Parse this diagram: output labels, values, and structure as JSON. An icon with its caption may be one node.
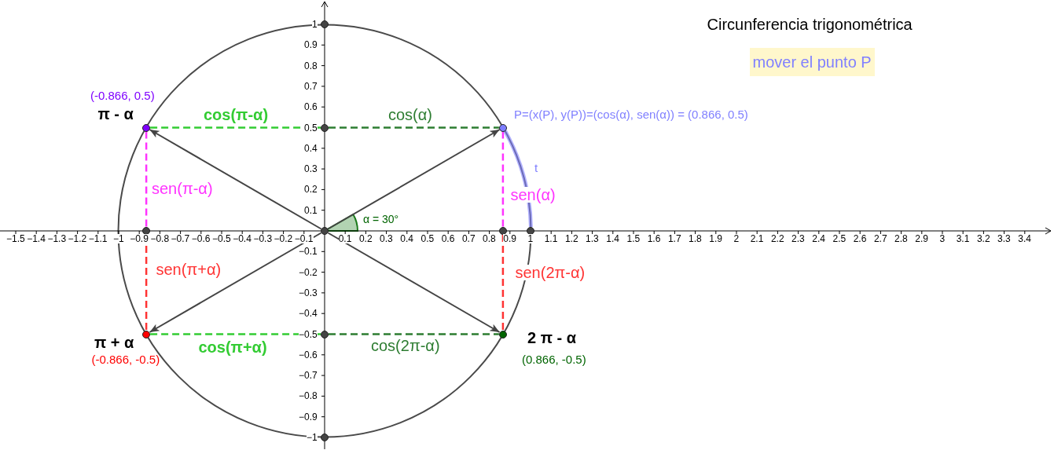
{
  "diagram": {
    "title": "Circunferencia trigonométrica",
    "nodes": [
      {
        "text": [],
        "shape": "circle"
      },
      {
        "text": [],
        "shape": "circle",
        "beside": [
          "(-0.866, 0.5)",
          "π - α"
        ]
      },
      {
        "text": [],
        "shape": "circle"
      },
      {
        "text": [],
        "shape": "circle",
        "beside": [
          "P=(x(P), y(P))=(cos(α), sen(α)) = (0.866, 0.5)"
        ]
      },
      {
        "text": [],
        "shape": "circle"
      },
      {
        "text": [],
        "shape": "circle"
      },
      {
        "text": [],
        "shape": "circle"
      },
      {
        "text": [],
        "shape": "circle"
      },
      {
        "text": [],
        "shape": "circle",
        "beside": [
          "π + α",
          "(-0.866, -0.5)"
        ]
      },
      {
        "text": [],
        "shape": "circle"
      },
      {
        "text": [],
        "shape": "circle",
        "beside": [
          "2 π - α",
          "(0.866, -0.5)"
        ]
      },
      {
        "text": [],
        "shape": "circle"
      }
    ],
    "edges": [
      {
        "from": 5,
        "to": 3,
        "arrow": "to"
      },
      {
        "from": 5,
        "to": 1,
        "arrow": "to"
      },
      {
        "from": 5,
        "to": 8,
        "arrow": "to"
      },
      {
        "from": 5,
        "to": 10,
        "arrow": "to"
      },
      {
        "from": 1,
        "to": 2,
        "arrow": "none",
        "label": "cos(π-α)",
        "style": "dashed",
        "color": "#33cc33"
      },
      {
        "from": 2,
        "to": 3,
        "arrow": "none",
        "label": "cos(α)",
        "style": "dashed",
        "color": "#2e7d32"
      },
      {
        "from": 1,
        "to": 4,
        "arrow": "none",
        "label": "sen(π-α)",
        "style": "dashed",
        "color": "#ff33ff"
      },
      {
        "from": 3,
        "to": 6,
        "arrow": "none",
        "label": "sen(α)",
        "style": "dashed",
        "color": "#ff33ff"
      },
      {
        "from": 7,
        "to": 3,
        "arrow": "none",
        "label": "t",
        "style": "thick",
        "color": "#8080ff"
      },
      {
        "from": 4,
        "to": 8,
        "arrow": "none",
        "label": "sen(π+α)",
        "style": "dashed",
        "color": "#ff3333"
      },
      {
        "from": 6,
        "to": 10,
        "arrow": "none",
        "label": "sen(2π-α)",
        "style": "dashed",
        "color": "#ff3333"
      },
      {
        "from": 8,
        "to": 9,
        "arrow": "none",
        "label": "cos(π+α)",
        "style": "dashed",
        "color": "#33cc33"
      },
      {
        "from": 9,
        "to": 10,
        "arrow": "none",
        "label": "cos(2π-α)",
        "style": "dashed",
        "color": "#2e7d32"
      }
    ],
    "labels": [
      "mover el punto P",
      "α = 30°",
      "−1.5",
      "−1.4",
      "−1.3",
      "−1.2",
      "−1.1",
      "−1",
      "−0.9",
      "−0.8",
      "−0.7",
      "−0.6",
      "−0.5",
      "−0.4",
      "−0.3",
      "−0.2",
      "−0.1",
      "0.1",
      "0.2",
      "0.3",
      "0.4",
      "0.5",
      "0.6",
      "0.7",
      "0.8",
      "0.9",
      "1",
      "1.1",
      "1.2",
      "1.3",
      "1.4",
      "1.5",
      "1.6",
      "1.7",
      "1.8",
      "1.9",
      "2",
      "2.1",
      "2.2",
      "2.3",
      "2.4",
      "2.5",
      "2.6",
      "2.7",
      "2.8",
      "2.9",
      "3",
      "3.1",
      "3.2",
      "3.3",
      "3.4",
      "1",
      "0.9",
      "0.8",
      "0.7",
      "0.6",
      "0.5",
      "0.4",
      "0.3",
      "0.2",
      "0.1",
      "−0.1",
      "−0.2",
      "−0.3",
      "−0.4",
      "−0.5",
      "−0.6",
      "−0.7",
      "−0.8",
      "−0.9",
      "−1"
    ]
  }
}
